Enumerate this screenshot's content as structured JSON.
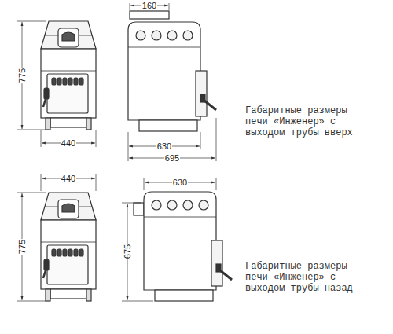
{
  "diagram": {
    "labels": [
      "775",
      "440",
      "160",
      "630",
      "695",
      "Габаритные размеры печи «Инженер» с выходом трубы вверх",
      "440",
      "775",
      "630",
      "675",
      "Габаритные размеры печи «Инженер» с выходом трубы назад"
    ]
  }
}
